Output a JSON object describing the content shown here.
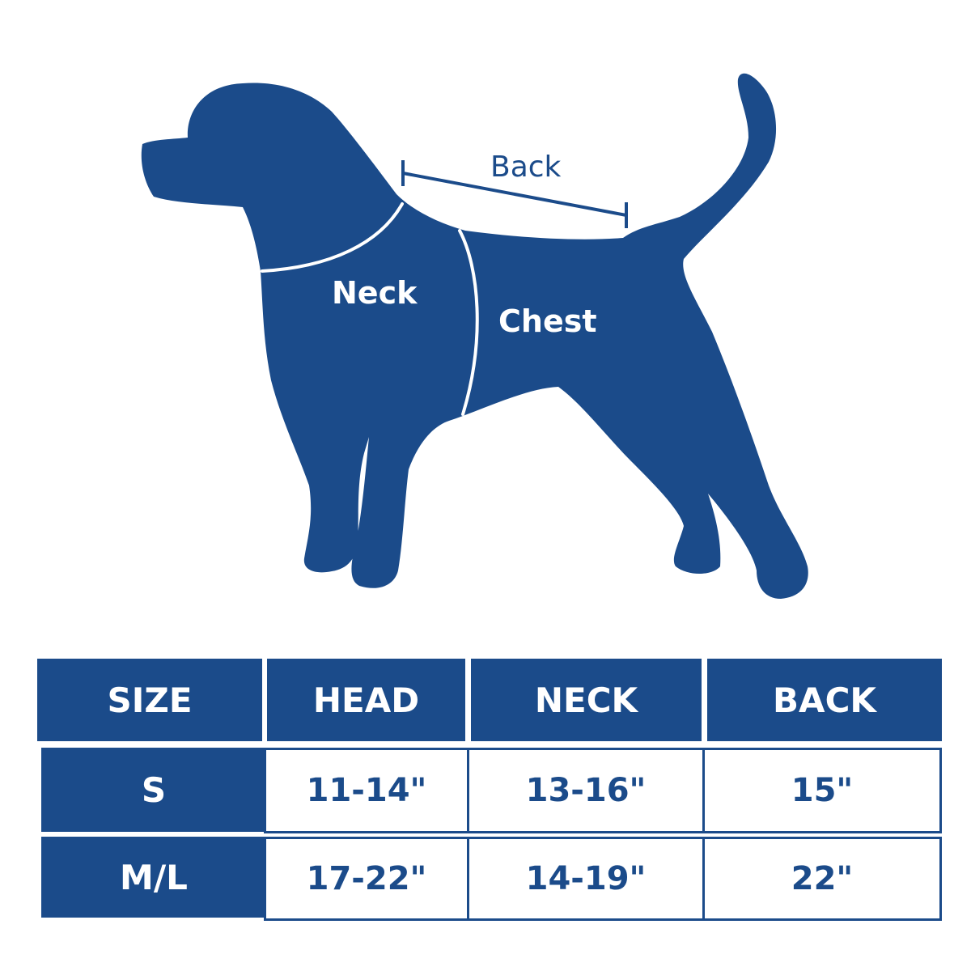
{
  "diagram": {
    "labels": {
      "back": "Back",
      "neck": "Neck",
      "chest": "Chest"
    },
    "colors": {
      "dog": "#1b4b8a",
      "lines": "#ffffff",
      "background": "#ffffff"
    }
  },
  "size_table": {
    "headers": [
      "SIZE",
      "HEAD",
      "NECK",
      "BACK"
    ],
    "rows": [
      {
        "size": "S",
        "head": "11-14\"",
        "neck": "13-16\"",
        "back": "15\""
      },
      {
        "size": "M/L",
        "head": "17-22\"",
        "neck": "14-19\"",
        "back": "22\""
      }
    ],
    "colors": {
      "header_bg": "#1b4b8a",
      "header_text": "#ffffff",
      "cell_text": "#1b4b8a"
    }
  }
}
